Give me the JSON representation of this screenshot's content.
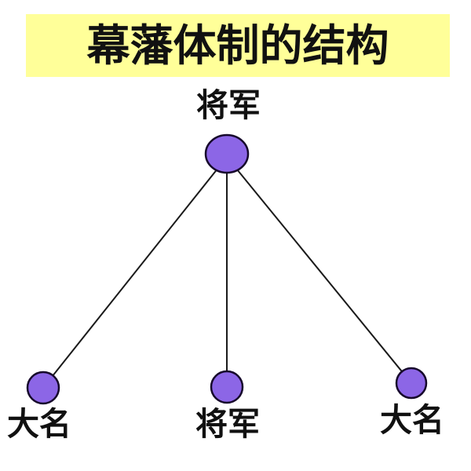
{
  "title": {
    "text": "幕藩体制的结构"
  },
  "colors": {
    "background": "#FFFFFF",
    "banner_bg": "#FFFF99",
    "node_fill": "#8C66E6",
    "node_stroke": "#16082B",
    "edge": "#1A1A1A",
    "text": "#111111"
  },
  "diagram": {
    "type": "tree",
    "root": {
      "label": "将军"
    },
    "children": [
      {
        "label": "大名"
      },
      {
        "label": "将军"
      },
      {
        "label": "大名"
      }
    ]
  }
}
